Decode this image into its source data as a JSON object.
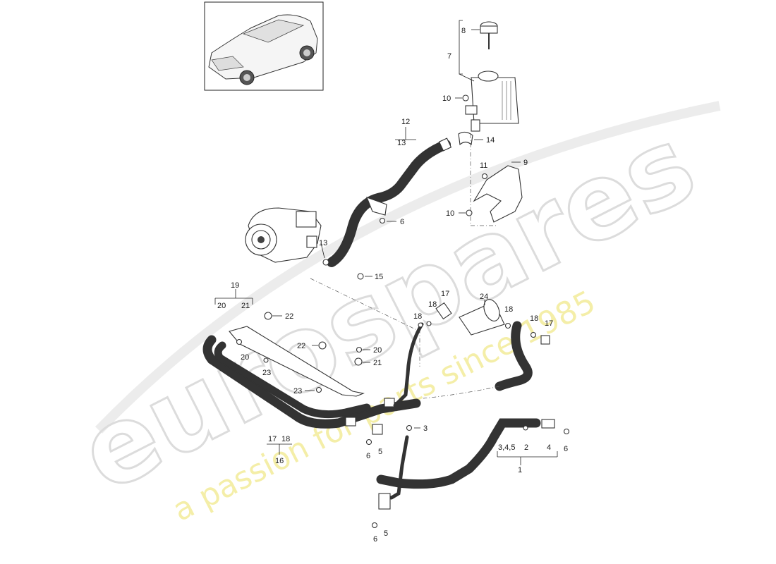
{
  "watermark": {
    "brand": "eurospares",
    "tagline": "a passion for parts since 1985"
  },
  "callouts": [
    {
      "id": "c8",
      "text": "8"
    },
    {
      "id": "c7",
      "text": "7"
    },
    {
      "id": "c10a",
      "text": "10"
    },
    {
      "id": "c12",
      "text": "12"
    },
    {
      "id": "c13a",
      "text": "13"
    },
    {
      "id": "c14",
      "text": "14"
    },
    {
      "id": "c9",
      "text": "9"
    },
    {
      "id": "c11",
      "text": "11"
    },
    {
      "id": "c10b",
      "text": "10"
    },
    {
      "id": "c6a",
      "text": "6"
    },
    {
      "id": "c13b",
      "text": "13"
    },
    {
      "id": "c15",
      "text": "15"
    },
    {
      "id": "c19",
      "text": "19"
    },
    {
      "id": "c20a",
      "text": "20"
    },
    {
      "id": "c21a",
      "text": "21"
    },
    {
      "id": "c22a",
      "text": "22"
    },
    {
      "id": "c22b",
      "text": "22"
    },
    {
      "id": "c20b",
      "text": "20"
    },
    {
      "id": "c23a",
      "text": "23"
    },
    {
      "id": "c23b",
      "text": "23"
    },
    {
      "id": "c20c",
      "text": "20"
    },
    {
      "id": "c21b",
      "text": "21"
    },
    {
      "id": "c24",
      "text": "24"
    },
    {
      "id": "c17a",
      "text": "17"
    },
    {
      "id": "c18a",
      "text": "18"
    },
    {
      "id": "c18b",
      "text": "18"
    },
    {
      "id": "c18c",
      "text": "18"
    },
    {
      "id": "c18d",
      "text": "18"
    },
    {
      "id": "c17b",
      "text": "17"
    },
    {
      "id": "c3",
      "text": "3"
    },
    {
      "id": "c5a",
      "text": "5"
    },
    {
      "id": "c6b",
      "text": "6"
    },
    {
      "id": "c17c",
      "text": "17"
    },
    {
      "id": "c18e",
      "text": "18"
    },
    {
      "id": "c16",
      "text": "16"
    },
    {
      "id": "c345",
      "text": "3,4,5"
    },
    {
      "id": "c2",
      "text": "2"
    },
    {
      "id": "c4",
      "text": "4"
    },
    {
      "id": "c6c",
      "text": "6"
    },
    {
      "id": "c1",
      "text": "1"
    },
    {
      "id": "c5b",
      "text": "5"
    },
    {
      "id": "c6d",
      "text": "6"
    }
  ]
}
